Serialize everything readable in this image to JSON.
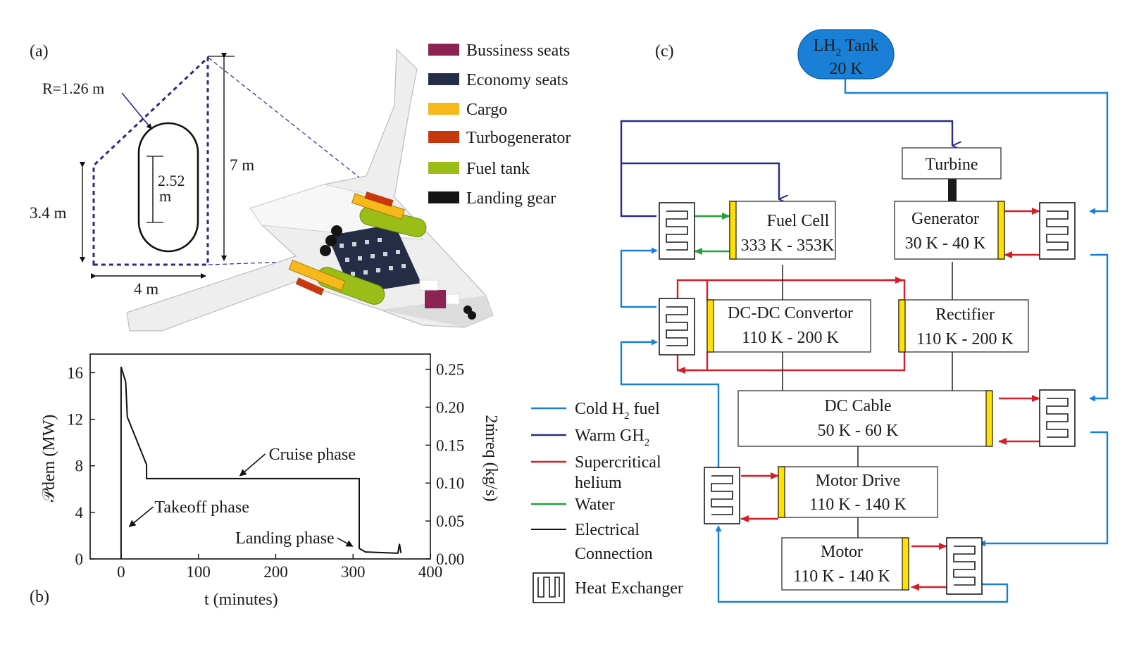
{
  "panel_labels": {
    "a": "(a)",
    "b": "(b)",
    "c": "(c)"
  },
  "panel_a": {
    "fuselage": {
      "radius": "R=1.26 m",
      "inner_height_value": "2.52",
      "inner_height_unit": "m",
      "height": "7 m",
      "side_height": "3.4 m",
      "width": "4 m"
    },
    "legend": [
      {
        "label": "Bussiness seats",
        "color": "#8c2353"
      },
      {
        "label": "Economy seats",
        "color": "#252c45"
      },
      {
        "label": "Cargo",
        "color": "#f7b81b"
      },
      {
        "label": "Turbogenerator",
        "color": "#c8380f"
      },
      {
        "label": "Fuel tank",
        "color": "#9bbd18"
      },
      {
        "label": "Landing gear",
        "color": "#141414"
      }
    ]
  },
  "chart_data": {
    "type": "line",
    "xlabel": "t (minutes)",
    "ylabel_left": "𝒫dem (MW)",
    "ylabel_right": "2ṁreq (kg/s)",
    "xlim": [
      -40,
      400
    ],
    "ylim_left": [
      0,
      17.6
    ],
    "ylim_right": [
      0,
      0.27
    ],
    "x_ticks": [
      "0",
      "100",
      "200",
      "300",
      "400"
    ],
    "y_left_ticks": [
      "0",
      "4",
      "8",
      "12",
      "16"
    ],
    "y_right_ticks": [
      "0.00",
      "0.05",
      "0.10",
      "0.15",
      "0.20",
      "0.25"
    ],
    "series": [
      {
        "x": [
          0,
          0,
          6,
          8,
          33,
          33,
          308,
          308,
          316,
          355,
          358,
          360,
          362
        ],
        "y": [
          0,
          16.5,
          15.2,
          12.2,
          8.1,
          6.9,
          6.9,
          0.9,
          0.6,
          0.5,
          0.5,
          1.3,
          0.5
        ]
      }
    ],
    "annotations": [
      {
        "text": "Cruise phase",
        "x": 150,
        "y": 6.9
      },
      {
        "text": "Takeoff phase",
        "x": 5,
        "y": 3.5
      },
      {
        "text": "Landing phase",
        "x": 305,
        "y": 1.2
      }
    ]
  },
  "panel_c": {
    "tank": {
      "line1": "LH",
      "sub": "2",
      "line1_suffix": " Tank",
      "line2": "20 K"
    },
    "components": {
      "turbine": "Turbine",
      "fuel_cell": {
        "name": "Fuel Cell",
        "temp": "333 K - 353K"
      },
      "generator": {
        "name": "Generator",
        "temp": "30 K - 40 K"
      },
      "dcdc": {
        "name": "DC-DC Convertor",
        "temp": "110 K - 200 K"
      },
      "rectifier": {
        "name": "Rectifier",
        "temp": "110 K - 200 K"
      },
      "dc_cable": {
        "name": "DC Cable",
        "temp": "50 K - 60 K"
      },
      "motor_drive": {
        "name": "Motor Drive",
        "temp": "110 K - 140 K"
      },
      "motor": {
        "name": "Motor",
        "temp": "110 K - 140 K"
      }
    },
    "legend": [
      {
        "label": "Cold H",
        "sub": "2",
        "suffix": " fuel",
        "color": "#1a7fd6"
      },
      {
        "label": "Warm GH",
        "sub": "2",
        "suffix": "",
        "color": "#2a2a8c"
      },
      {
        "label": "Supercritical",
        "label2": "helium",
        "color": "#d41f2a"
      },
      {
        "label": "Water",
        "color": "#23a23a"
      },
      {
        "label": "Electrical",
        "label2": "Connection",
        "color": "#111111"
      },
      {
        "label": "Heat Exchanger",
        "icon": "heat-exchanger-icon"
      }
    ],
    "colors": {
      "cold_h2": "#1a7fd6",
      "warm_gh2": "#2a2a8c",
      "helium": "#d41f2a",
      "water": "#23a23a",
      "electrical": "#111111",
      "tank_fill": "#1a7fd6",
      "interface_bar": "#ffe100"
    }
  }
}
